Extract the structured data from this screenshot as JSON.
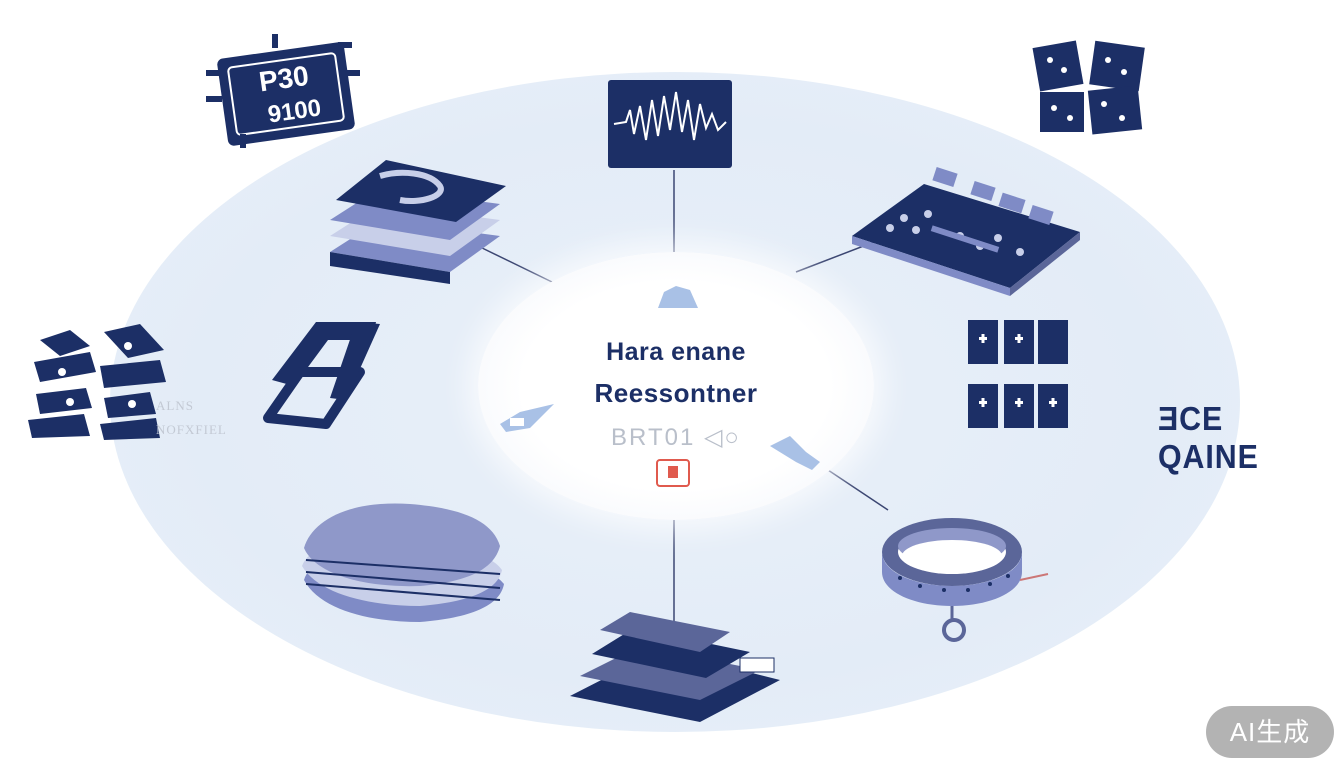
{
  "diagram": {
    "hub": {
      "title_line1": "Hara enane",
      "title_line2": "Reessontner",
      "subtitle": "BRT01 ◁○"
    },
    "chip_label": {
      "line1": "P30",
      "line2": "9100"
    },
    "right_label": "ƎCE QAINE",
    "left_faded_label": {
      "line1": "ALNS",
      "line2": "NOFXFIEL"
    },
    "badge": "AI生成"
  },
  "colors": {
    "navy": "#1c2f66",
    "ring": "#e5edf7",
    "lavender": "#8f98c9",
    "accent_red": "#e05a4e"
  }
}
